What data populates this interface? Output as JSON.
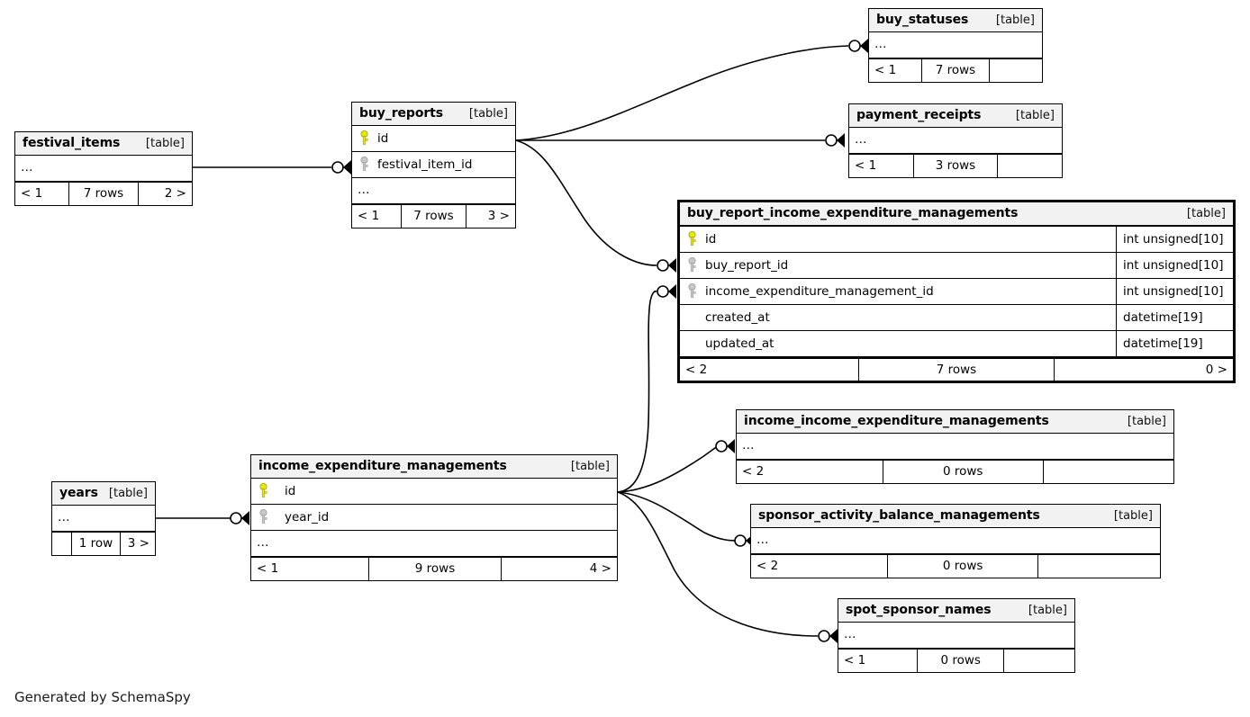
{
  "diagram": {
    "title": "SchemaSpy relationships diagram",
    "credit": "Generated by SchemaSpy",
    "kind_label": "[table]",
    "ellipsis": "…",
    "pk_icon": "primary-key-icon",
    "fk_icon": "foreign-key-icon",
    "pk_color": "#e8e800",
    "fk_color": "#c0c0c0",
    "line_color": "#000000",
    "header_bg": "#f2f2f2"
  },
  "tables": [
    {
      "id": "buy_statuses",
      "name": "buy_statuses",
      "kind": "[table]",
      "collapsed": true,
      "focal": false,
      "columns": [],
      "footer": {
        "left": "< 1",
        "mid": "7 rows",
        "right": ""
      }
    },
    {
      "id": "payment_receipts",
      "name": "payment_receipts",
      "kind": "[table]",
      "collapsed": true,
      "focal": false,
      "columns": [],
      "footer": {
        "left": "< 1",
        "mid": "3 rows",
        "right": ""
      }
    },
    {
      "id": "buy_reports",
      "name": "buy_reports",
      "kind": "[table]",
      "collapsed": false,
      "focal": false,
      "has_ellipsis_row": true,
      "columns": [
        {
          "key": "pk",
          "name": "id",
          "type": ""
        },
        {
          "key": "fk",
          "name": "festival_item_id",
          "type": ""
        }
      ],
      "footer": {
        "left": "< 1",
        "mid": "7 rows",
        "right": "3 >"
      }
    },
    {
      "id": "festival_items",
      "name": "festival_items",
      "kind": "[table]",
      "collapsed": true,
      "focal": false,
      "columns": [],
      "footer": {
        "left": "< 1",
        "mid": "7 rows",
        "right": "2 >"
      }
    },
    {
      "id": "buy_report_income_expenditure_managements",
      "name": "buy_report_income_expenditure_managements",
      "kind": "[table]",
      "collapsed": false,
      "focal": true,
      "has_ellipsis_row": false,
      "columns": [
        {
          "key": "pk",
          "name": "id",
          "type": "int unsigned[10]"
        },
        {
          "key": "fk",
          "name": "buy_report_id",
          "type": "int unsigned[10]"
        },
        {
          "key": "fk",
          "name": "income_expenditure_management_id",
          "type": "int unsigned[10]"
        },
        {
          "key": "none",
          "name": "created_at",
          "type": "datetime[19]"
        },
        {
          "key": "none",
          "name": "updated_at",
          "type": "datetime[19]"
        }
      ],
      "footer": {
        "left": "< 2",
        "mid": "7 rows",
        "right": "0 >"
      }
    },
    {
      "id": "income_income_expenditure_managements",
      "name": "income_income_expenditure_managements",
      "kind": "[table]",
      "collapsed": true,
      "focal": false,
      "columns": [],
      "footer": {
        "left": "< 2",
        "mid": "0 rows",
        "right": ""
      }
    },
    {
      "id": "sponsor_activity_balance_managements",
      "name": "sponsor_activity_balance_managements",
      "kind": "[table]",
      "collapsed": true,
      "focal": false,
      "columns": [],
      "footer": {
        "left": "< 2",
        "mid": "0 rows",
        "right": ""
      }
    },
    {
      "id": "spot_sponsor_names",
      "name": "spot_sponsor_names",
      "kind": "[table]",
      "collapsed": true,
      "focal": false,
      "columns": [],
      "footer": {
        "left": "< 1",
        "mid": "0 rows",
        "right": ""
      }
    },
    {
      "id": "income_expenditure_managements",
      "name": "income_expenditure_managements",
      "kind": "[table]",
      "collapsed": false,
      "focal": false,
      "has_ellipsis_row": true,
      "columns": [
        {
          "key": "pk",
          "name": "id",
          "type": ""
        },
        {
          "key": "fk",
          "name": "year_id",
          "type": ""
        }
      ],
      "footer": {
        "left": "< 1",
        "mid": "9 rows",
        "right": "4 >"
      }
    },
    {
      "id": "years",
      "name": "years",
      "kind": "[table]",
      "collapsed": true,
      "focal": false,
      "columns": [],
      "footer": {
        "left": "",
        "mid": "1 row",
        "right": "3 >"
      }
    }
  ],
  "relationships": [
    {
      "id": "rel-festival-items-to-buy-reports",
      "from": "festival_items",
      "to": "buy_reports"
    },
    {
      "id": "rel-buy-reports-to-buy-statuses",
      "from": "buy_reports",
      "to": "buy_statuses"
    },
    {
      "id": "rel-buy-reports-to-payment-receipts",
      "from": "buy_reports",
      "to": "payment_receipts"
    },
    {
      "id": "rel-buy-reports-to-buy-report-iem",
      "from": "buy_reports",
      "to": "buy_report_income_expenditure_managements"
    },
    {
      "id": "rel-iem-to-buy-report-iem",
      "from": "income_expenditure_managements",
      "to": "buy_report_income_expenditure_managements"
    },
    {
      "id": "rel-iem-to-income-iem",
      "from": "income_expenditure_managements",
      "to": "income_income_expenditure_managements"
    },
    {
      "id": "rel-iem-to-sponsor-activity",
      "from": "income_expenditure_managements",
      "to": "sponsor_activity_balance_managements"
    },
    {
      "id": "rel-iem-to-spot-sponsor-names",
      "from": "income_expenditure_managements",
      "to": "spot_sponsor_names"
    },
    {
      "id": "rel-years-to-iem",
      "from": "years",
      "to": "income_expenditure_managements"
    }
  ]
}
